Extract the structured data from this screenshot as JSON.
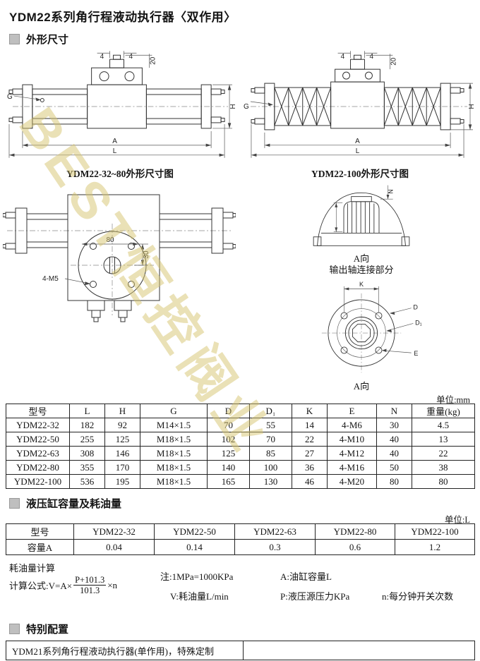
{
  "page": {
    "title": "YDM22系列角行程液动执行器〈双作用〉",
    "watermark": "BEST恒控阀业"
  },
  "sections": {
    "dim": {
      "label": "外形尺寸"
    },
    "capacity": {
      "label": "液压缸容量及耗油量"
    },
    "special": {
      "label": "特别配置"
    }
  },
  "drawings": {
    "caption_left": "YDM22-32~80外形尺寸图",
    "caption_right": "YDM22-100外形尺寸图",
    "labels": {
      "dim4": "4",
      "dim20": "20",
      "H": "H",
      "G": "G",
      "A": "A",
      "L": "L",
      "dim80": "80",
      "dim30": "30",
      "m5": "4-M5",
      "N": "N",
      "a_view": "A向",
      "shaft_caption": "输出轴连接部分",
      "K": "K",
      "D": "D",
      "D1": "D₁",
      "E": "E"
    }
  },
  "dim_table": {
    "unit": "单位:mm",
    "headers": [
      "型号",
      "L",
      "H",
      "G",
      "D",
      "D₁",
      "K",
      "E",
      "N",
      "重量(kg)"
    ],
    "rows": [
      [
        "YDM22-32",
        "182",
        "92",
        "M14×1.5",
        "70",
        "55",
        "14",
        "4-M6",
        "30",
        "4.5"
      ],
      [
        "YDM22-50",
        "255",
        "125",
        "M18×1.5",
        "102",
        "70",
        "22",
        "4-M10",
        "40",
        "13"
      ],
      [
        "YDM22-63",
        "308",
        "146",
        "M18×1.5",
        "125",
        "85",
        "27",
        "4-M12",
        "40",
        "22"
      ],
      [
        "YDM22-80",
        "355",
        "170",
        "M18×1.5",
        "140",
        "100",
        "36",
        "4-M16",
        "50",
        "38"
      ],
      [
        "YDM22-100",
        "536",
        "195",
        "M18×1.5",
        "165",
        "130",
        "46",
        "4-M20",
        "80",
        "80"
      ]
    ]
  },
  "capacity_table": {
    "unit": "单位:L",
    "rows": [
      [
        "型号",
        "YDM22-32",
        "YDM22-50",
        "YDM22-63",
        "YDM22-80",
        "YDM22-100"
      ],
      [
        "容量A",
        "0.04",
        "0.14",
        "0.3",
        "0.6",
        "1.2"
      ]
    ]
  },
  "oil_calc": {
    "title": "耗油量计算",
    "formula_prefix": "计算公式:V=A×",
    "numerator": "P+101.3",
    "denominator": "101.3",
    "formula_suffix": "×n",
    "note": "注:1MPa=1000KPa",
    "v_label": "V:耗油量L/min",
    "a_label": "A:油缸容量L",
    "p_label": "P:液压源压力KPa",
    "n_label": "n:每分钟开关次数"
  },
  "special": {
    "text": "YDM21系列角行程液动执行器(单作用)，特殊定制"
  }
}
